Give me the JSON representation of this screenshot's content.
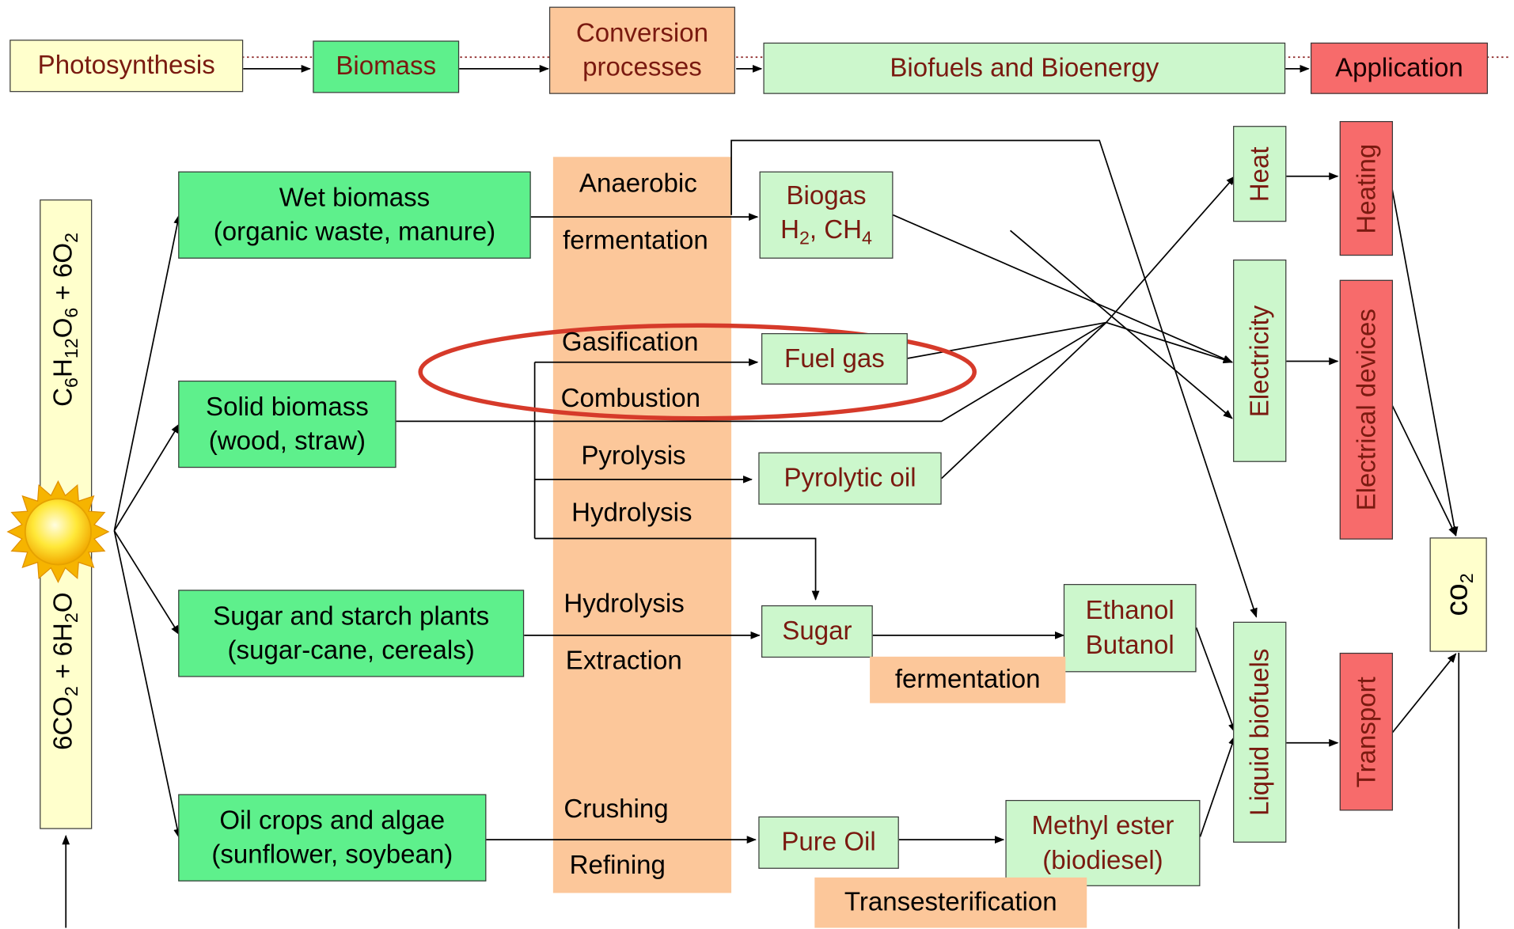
{
  "header": {
    "photosynthesis": "Photosynthesis",
    "biomass": "Biomass",
    "conversion_line1": "Conversion",
    "conversion_line2": "processes",
    "biofuels": "Biofuels and Bioenergy",
    "application": "Application"
  },
  "equation": {
    "top": {
      "c": "C",
      "c_sub": "6",
      "h": "H",
      "h_sub": "12",
      "o": "O",
      "o_sub": "6",
      "plus": " + 6O",
      "o2_sub": "2"
    },
    "bottom": {
      "pre": "6CO",
      "pre_sub": "2",
      "mid": " + 6H",
      "h_sub": "2",
      "post": "O"
    }
  },
  "feedstocks": {
    "wet_line1": "Wet biomass",
    "wet_line2": "(organic waste, manure)",
    "solid_line1": "Solid biomass",
    "solid_line2": "(wood, straw)",
    "sugar_line1": "Sugar and starch plants",
    "sugar_line2": "(sugar-cane, cereals)",
    "oil_line1": "Oil crops and algae",
    "oil_line2": "(sunflower, soybean)"
  },
  "processes": [
    "Anaerobic",
    "fermentation",
    "Gasification",
    "Combustion",
    "Pyrolysis",
    "Hydrolysis",
    "Hydrolysis",
    "Extraction",
    "Crushing",
    "Refining"
  ],
  "products": {
    "biogas_line1": "Biogas",
    "biogas_h": "H",
    "biogas_h_sub": "2",
    "biogas_ch": ", CH",
    "biogas_ch_sub": "4",
    "fuel_gas": "Fuel gas",
    "pyrolytic_oil": "Pyrolytic oil",
    "sugar": "Sugar",
    "ethanol": "Ethanol",
    "butanol": "Butanol",
    "fermentation": "fermentation",
    "pure_oil": "Pure Oil",
    "methyl_line1": "Methyl ester",
    "methyl_line2": "(biodiesel)",
    "transesterification": "Transesterification"
  },
  "energy": {
    "heat": "Heat",
    "electricity": "Electricity",
    "liquid_biofuels": "Liquid biofuels"
  },
  "applications": {
    "heating": "Heating",
    "electrical_devices": "Electrical devices",
    "transport": "Transport",
    "co": "co",
    "co_sub": "2"
  },
  "colors": {
    "bright_green": "#5ef08c",
    "light_green": "#ccf7cc",
    "light_yellow": "#ffffcc",
    "red": "#f76b6b",
    "peach": "#fcc79a",
    "dark_red_text": "#7a1a10",
    "highlight_ellipse": "#d63a2a"
  }
}
